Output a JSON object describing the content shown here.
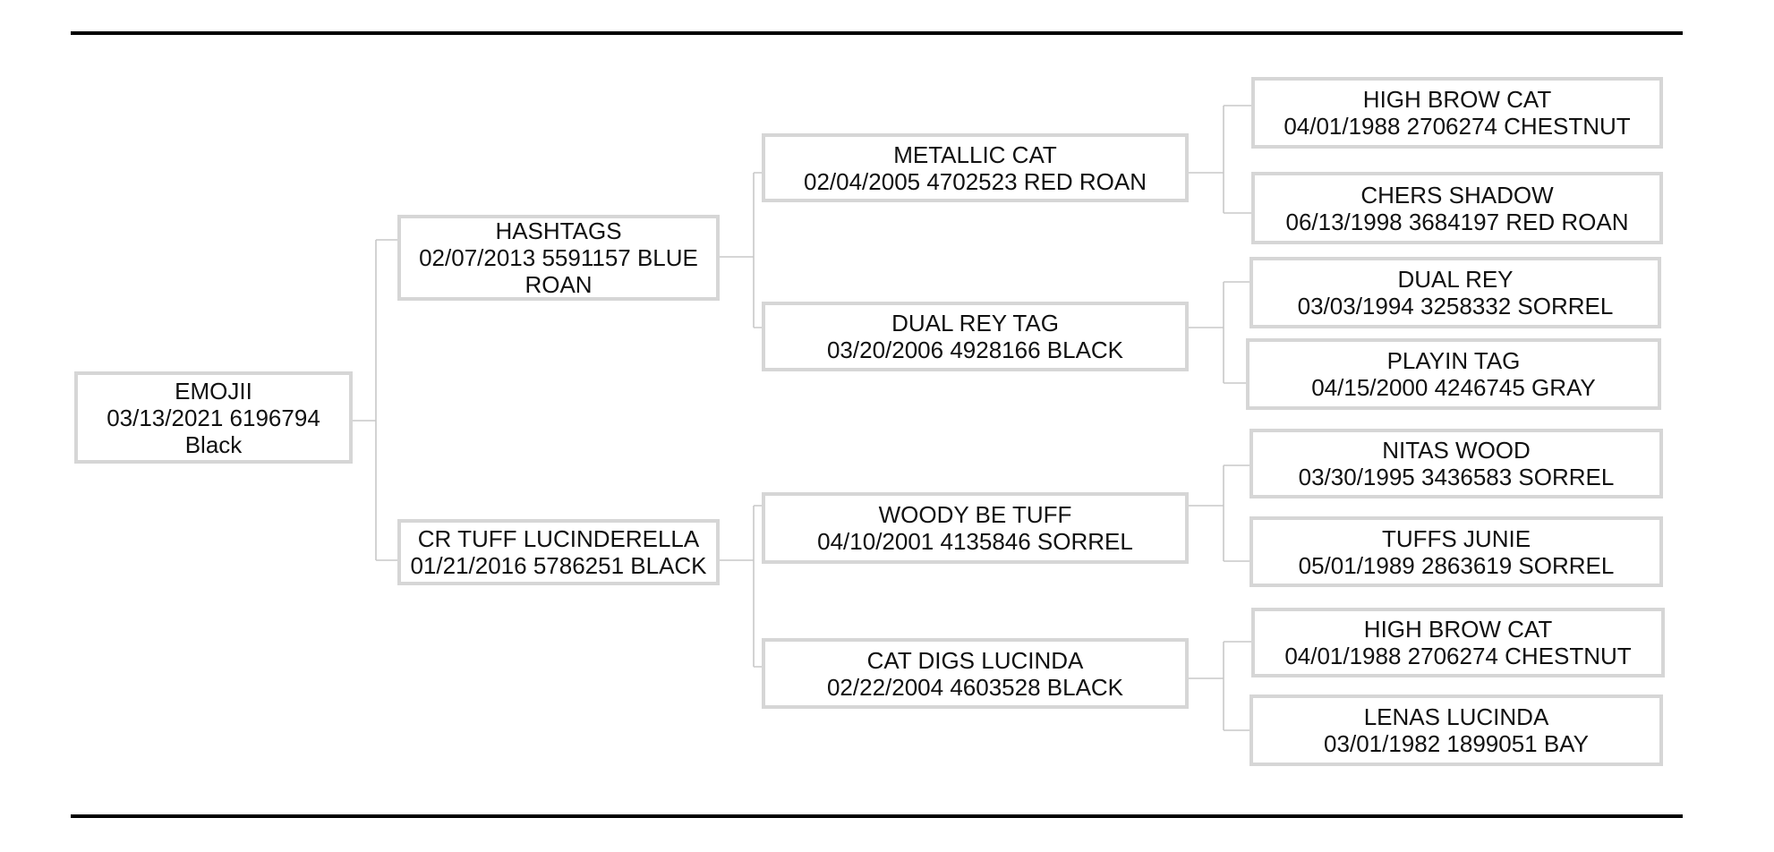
{
  "pedigree": {
    "subject": {
      "name": "EMOJII",
      "line1": "03/13/2021 6196794",
      "line2": "Black"
    },
    "sire": {
      "name": "HASHTAGS",
      "line1": "02/07/2013 5591157 BLUE",
      "line2": "ROAN"
    },
    "dam": {
      "name": "CR TUFF LUCINDERELLA",
      "line1": "01/21/2016 5786251 BLACK"
    },
    "sire_sire": {
      "name": "METALLIC CAT",
      "line1": "02/04/2005 4702523 RED ROAN"
    },
    "sire_dam": {
      "name": "DUAL REY TAG",
      "line1": "03/20/2006 4928166 BLACK"
    },
    "dam_sire": {
      "name": "WOODY BE TUFF",
      "line1": "04/10/2001 4135846 SORREL"
    },
    "dam_dam": {
      "name": "CAT DIGS LUCINDA",
      "line1": "02/22/2004 4603528 BLACK"
    },
    "sss": {
      "name": "HIGH BROW CAT",
      "line1": "04/01/1988 2706274 CHESTNUT"
    },
    "ssd": {
      "name": "CHERS SHADOW",
      "line1": "06/13/1998 3684197 RED ROAN"
    },
    "sds": {
      "name": "DUAL REY",
      "line1": "03/03/1994 3258332 SORREL"
    },
    "sdd": {
      "name": "PLAYIN TAG",
      "line1": "04/15/2000 4246745 GRAY"
    },
    "dss": {
      "name": "NITAS WOOD",
      "line1": "03/30/1995 3436583 SORREL"
    },
    "dsd": {
      "name": "TUFFS JUNIE",
      "line1": "05/01/1989 2863619 SORREL"
    },
    "dds": {
      "name": "HIGH BROW CAT",
      "line1": "04/01/1988 2706274 CHESTNUT"
    },
    "ddd": {
      "name": "LENAS LUCINDA",
      "line1": "03/01/1982 1899051 BAY"
    }
  },
  "colors": {
    "box_border": "#d6d6d6",
    "connector": "#c8c8c8",
    "rule": "#000000",
    "text": "#111111"
  }
}
